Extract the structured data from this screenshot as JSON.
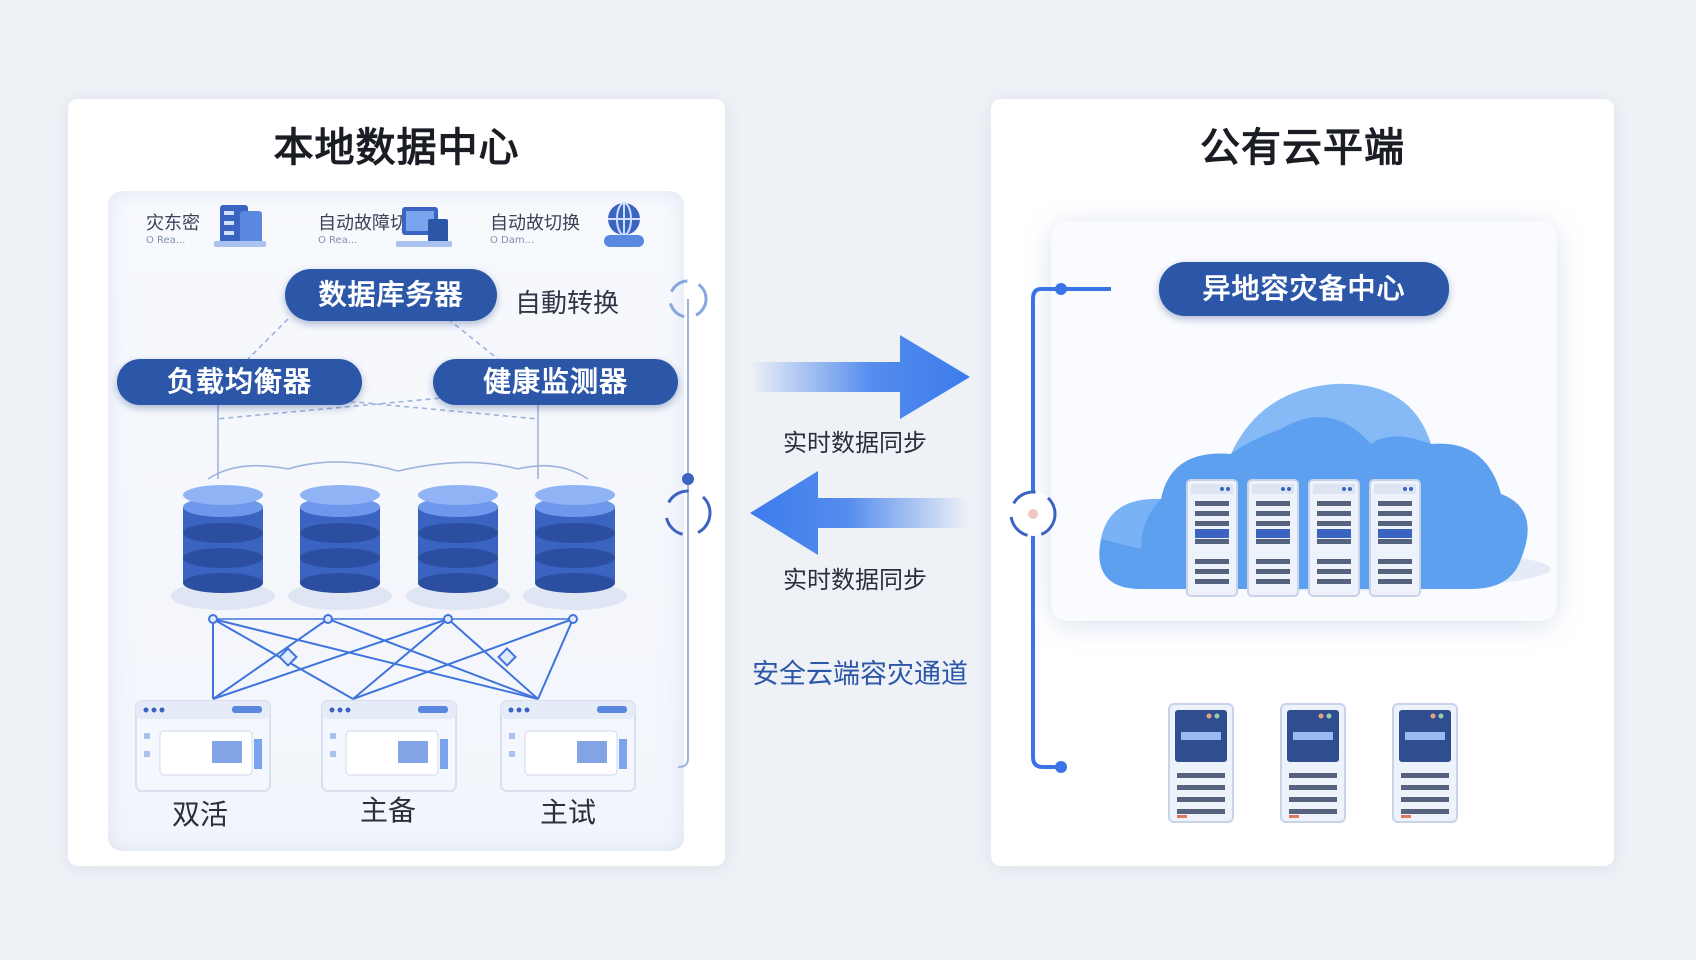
{
  "left_panel": {
    "title": "本地数据中心",
    "top_items": [
      {
        "label": "灾东密",
        "sub": "O Rea..."
      },
      {
        "label": "自动故障切护",
        "sub": "O Rea..."
      },
      {
        "label": "自动故切换",
        "sub": "O Dam..."
      }
    ],
    "nodes": {
      "server": "数据库务器",
      "switch": "自動转换",
      "load_balancer": "负载均衡器",
      "health_monitor": "健康监测器"
    },
    "modes": [
      "双活",
      "主备",
      "主试"
    ]
  },
  "middle": {
    "sync_top": "实时数据同步",
    "sync_bottom": "实时数据同步",
    "channel": "安全云端容灾通道"
  },
  "right_panel": {
    "title": "公有云平端",
    "center_label": "异地容灾备中心"
  },
  "colors": {
    "accent": "#2c57a8",
    "arrow": "#3b7bec",
    "db_blue": "#3a63c2",
    "cloud": "#5ea0f0"
  }
}
